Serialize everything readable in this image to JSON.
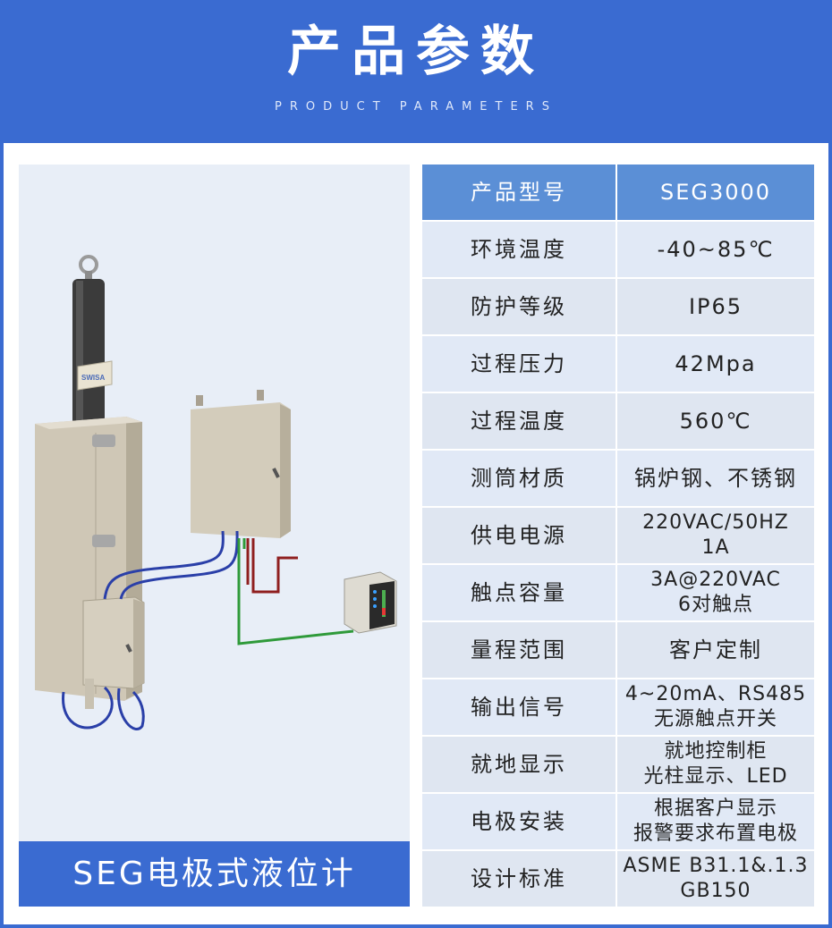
{
  "header": {
    "title": "产品参数",
    "subtitle": "PRODUCT PARAMETERS"
  },
  "product": {
    "caption": "SEG电极式液位计",
    "logo_text": "SWISA"
  },
  "params": [
    {
      "key": "产品型号",
      "value": "SEG3000"
    },
    {
      "key": "环境温度",
      "value": "-40~85℃"
    },
    {
      "key": "防护等级",
      "value": "IP65"
    },
    {
      "key": "过程压力",
      "value": "42Mpa"
    },
    {
      "key": "过程温度",
      "value": "560℃"
    },
    {
      "key": "测筒材质",
      "value": "锅炉钢、不锈钢"
    },
    {
      "key": "供电电源",
      "value": "220VAC/50HZ\n1A"
    },
    {
      "key": "触点容量",
      "value": "3A@220VAC\n6对触点"
    },
    {
      "key": "量程范围",
      "value": "客户定制"
    },
    {
      "key": "输出信号",
      "value": "4~20mA、RS485\n无源触点开关"
    },
    {
      "key": "就地显示",
      "value": "就地控制柜\n光柱显示、LED"
    },
    {
      "key": "电极安装",
      "value": "根据客户显示\n报警要求布置电极"
    },
    {
      "key": "设计标准",
      "value": "ASME B31.1&.1.3\nGB150"
    }
  ],
  "colors": {
    "brand_blue": "#3a6bd1",
    "table_header": "#5b8fd6",
    "table_row": "#e1e9f6"
  }
}
